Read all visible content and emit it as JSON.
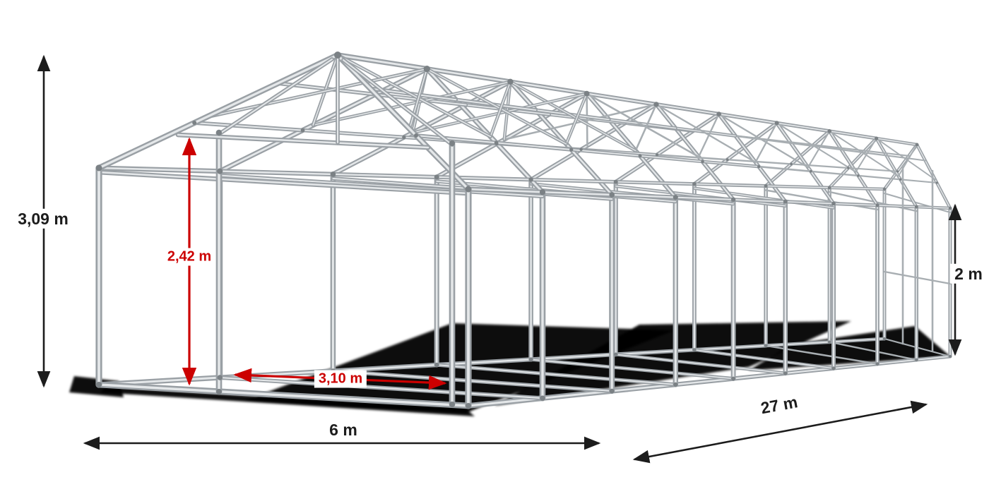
{
  "dimensions": {
    "total_height": "3,09 m",
    "inner_height": "2,42 m",
    "entrance_width": "3,10 m",
    "side_height": "2 m",
    "width": "6 m",
    "length": "27 m"
  },
  "colors": {
    "dimension_primary": "#1c1c1c",
    "dimension_accent": "#cc0000",
    "frame_edge": "#9aa0a5",
    "frame_core": "#e4e7e9",
    "frame_thin": "#a8aeb2",
    "frame_joint": "#7b8185",
    "shadow": "#060606",
    "background": "#ffffff"
  }
}
